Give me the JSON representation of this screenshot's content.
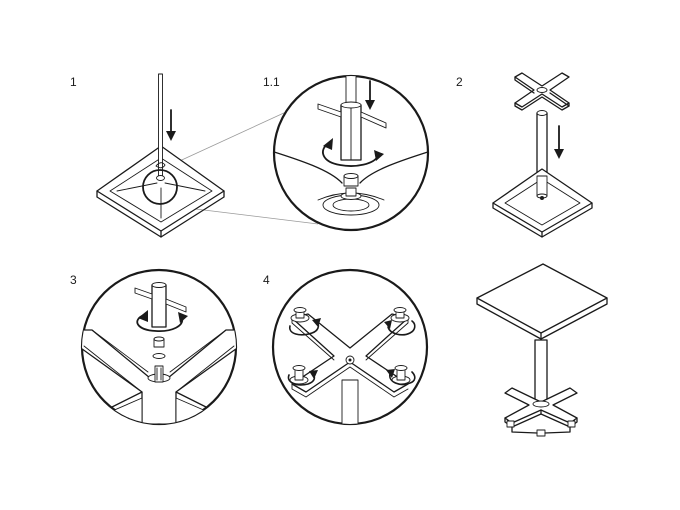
{
  "steps": [
    {
      "id": "1",
      "label": "1"
    },
    {
      "id": "1.1",
      "label": "1.1"
    },
    {
      "id": "2",
      "label": "2"
    },
    {
      "id": "3",
      "label": "3"
    },
    {
      "id": "4",
      "label": "4"
    }
  ]
}
